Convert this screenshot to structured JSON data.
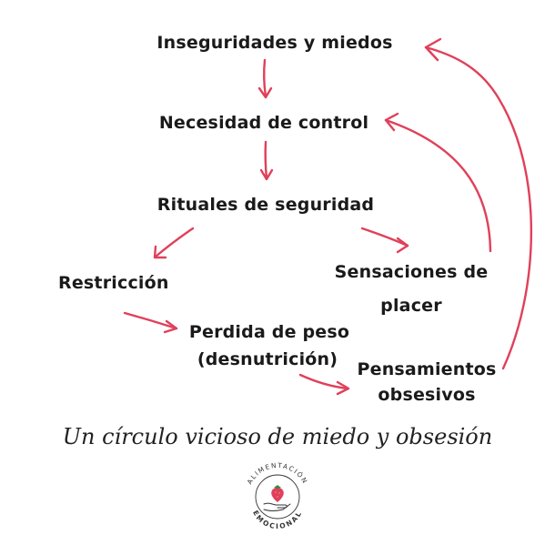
{
  "nodes": {
    "inseguridades": "Inseguridades y miedos",
    "necesidad": "Necesidad de control",
    "rituales": "Rituales de seguridad",
    "restriccion": "Restricción",
    "sensaciones_line1": "Sensaciones de",
    "sensaciones_line2": "placer",
    "perdida_line1": "Perdida de peso",
    "perdida_line2": "(desnutrición)",
    "pensamientos_line1": "Pensamientos",
    "pensamientos_line2": "obsesivos"
  },
  "caption": "Un círculo vicioso de miedo y obsesión",
  "logo": {
    "top_text": "ALIMENTACIÓN",
    "bottom_text": "EMOCIONAL",
    "icon": "hand-holding-strawberry-icon"
  },
  "colors": {
    "arrow": "#e0405a",
    "text": "#1a1a1a",
    "strawberry": "#e0405a",
    "leaf": "#3a8a3a"
  }
}
